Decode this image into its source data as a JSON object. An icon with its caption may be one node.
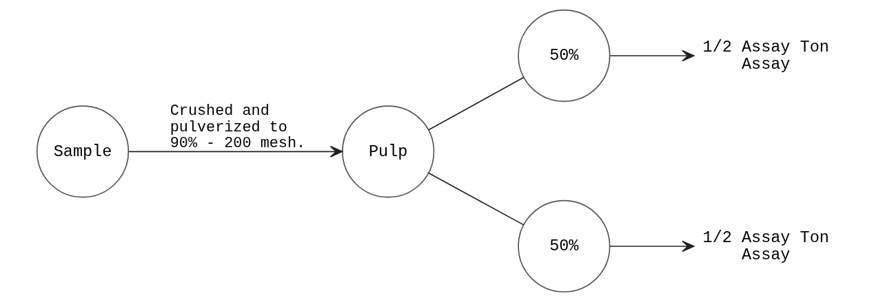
{
  "diagram": {
    "nodes": [
      {
        "text": [
          "Sample"
        ]
      },
      {
        "text": [
          "Pulp"
        ]
      },
      {
        "text": [
          "50%"
        ]
      },
      {
        "text": [
          "1/2 Assay Ton Assay"
        ]
      },
      {
        "text": [
          "50%"
        ]
      },
      {
        "text": [
          "1/2 Assay Ton Assay"
        ]
      }
    ],
    "edges": [
      {
        "from": 0,
        "to": 1,
        "arrow": "to",
        "label": "Crushed and pulverized to 90% - 200 mesh."
      },
      {
        "from": 1,
        "to": 2,
        "arrow": "none"
      },
      {
        "from": 2,
        "to": 3,
        "arrow": "to"
      },
      {
        "from": 1,
        "to": 4,
        "arrow": "none"
      },
      {
        "from": 4,
        "to": 5,
        "arrow": "to"
      }
    ]
  }
}
